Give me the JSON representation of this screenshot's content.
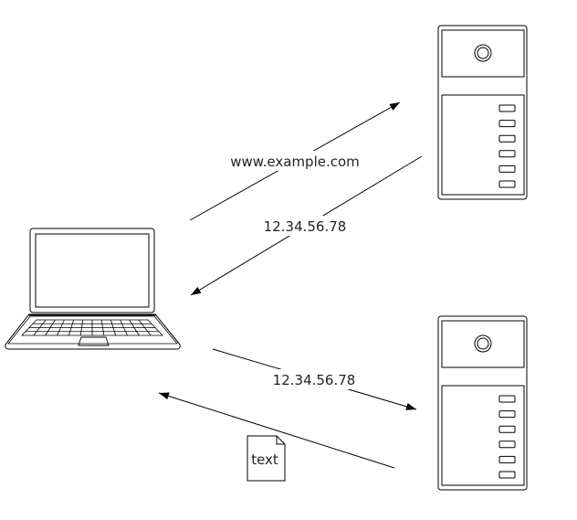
{
  "diagram": {
    "nodes": {
      "client": {
        "type": "laptop",
        "icon": "laptop-icon"
      },
      "dns_server": {
        "type": "server",
        "icon": "server-tower-icon"
      },
      "web_server": {
        "type": "server",
        "icon": "server-tower-icon"
      }
    },
    "edges": {
      "dns_query": {
        "from": "client",
        "to": "dns_server",
        "label": "www.example.com"
      },
      "dns_response": {
        "from": "dns_server",
        "to": "client",
        "label": "12.34.56.78"
      },
      "http_request": {
        "from": "client",
        "to": "web_server",
        "label": "12.34.56.78"
      },
      "http_response": {
        "from": "web_server",
        "to": "client",
        "label": ""
      }
    },
    "document": {
      "label": "text",
      "icon": "document-icon"
    }
  },
  "colors": {
    "stroke": "#000000",
    "label": "#222222",
    "background": "#ffffff"
  }
}
